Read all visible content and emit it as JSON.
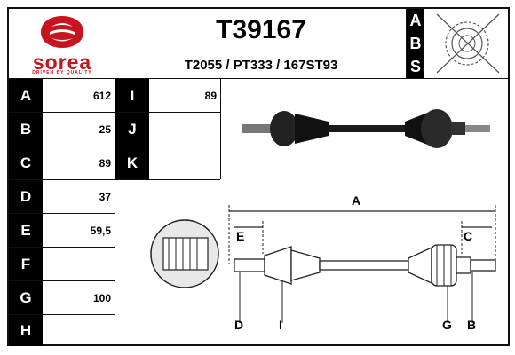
{
  "brand": {
    "name": "sorea",
    "tagline": "DRIVEN BY QUALITY",
    "color": "#c8141e"
  },
  "header": {
    "part_number": "T39167",
    "cross_refs": "T2055 / PT333 / 167ST93"
  },
  "abs_column": [
    "A",
    "B",
    "S"
  ],
  "specs_left": [
    {
      "letter": "A",
      "value": "612"
    },
    {
      "letter": "B",
      "value": "25"
    },
    {
      "letter": "C",
      "value": "89"
    },
    {
      "letter": "D",
      "value": "37"
    },
    {
      "letter": "E",
      "value": "59,5"
    },
    {
      "letter": "F",
      "value": ""
    },
    {
      "letter": "G",
      "value": "100"
    },
    {
      "letter": "H",
      "value": ""
    }
  ],
  "specs_right": [
    {
      "letter": "I",
      "value": "89"
    },
    {
      "letter": "J",
      "value": ""
    },
    {
      "letter": "K",
      "value": ""
    }
  ],
  "diagram_labels": {
    "A": "A",
    "E": "E",
    "C": "C",
    "D": "D",
    "I": "I",
    "G": "G",
    "B": "B"
  },
  "icons": {
    "no_abs": "crossed-abs-ring-icon",
    "logo": "sorea-logo-icon"
  }
}
